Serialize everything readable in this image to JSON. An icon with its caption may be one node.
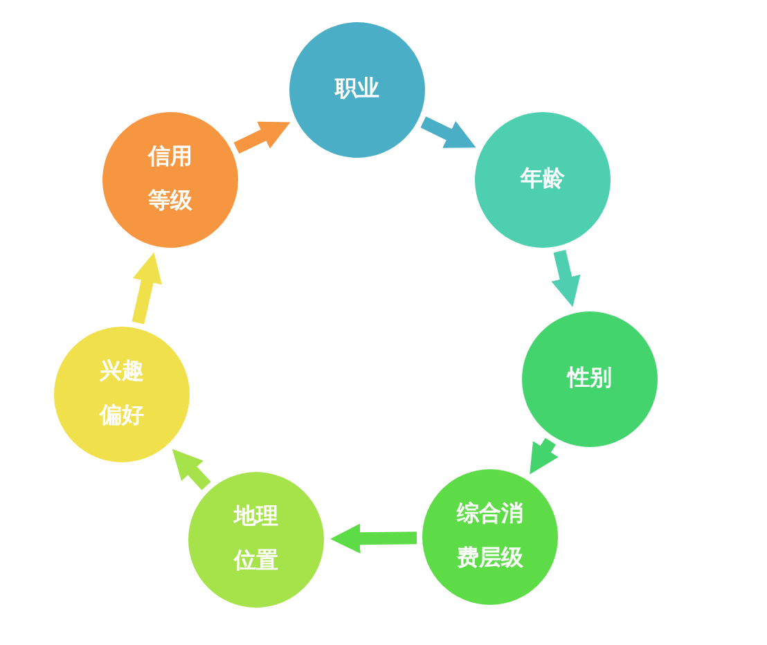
{
  "diagram": {
    "nodes": [
      {
        "text": [
          "职业"
        ]
      },
      {
        "text": [
          "年龄"
        ]
      },
      {
        "text": [
          "性别"
        ]
      },
      {
        "text": [
          "综合消费层级"
        ]
      },
      {
        "text": [
          "地理位置"
        ]
      },
      {
        "text": [
          "兴趣偏好"
        ]
      },
      {
        "text": [
          "信用等级"
        ]
      }
    ],
    "edges": [
      {
        "from": 0,
        "to": 1,
        "arrow": "to",
        "color": "#4aaec6"
      },
      {
        "from": 1,
        "to": 2,
        "arrow": "to",
        "color": "#4dcfb0"
      },
      {
        "from": 2,
        "to": 3,
        "arrow": "to",
        "color": "#44d46e"
      },
      {
        "from": 3,
        "to": 4,
        "arrow": "to",
        "color": "#5edc48"
      },
      {
        "from": 4,
        "to": 5,
        "arrow": "to",
        "color": "#a6e24a"
      },
      {
        "from": 5,
        "to": 6,
        "arrow": "to",
        "color": "#efe04c"
      },
      {
        "from": 6,
        "to": 0,
        "arrow": "to",
        "color": "#f79640"
      }
    ]
  }
}
